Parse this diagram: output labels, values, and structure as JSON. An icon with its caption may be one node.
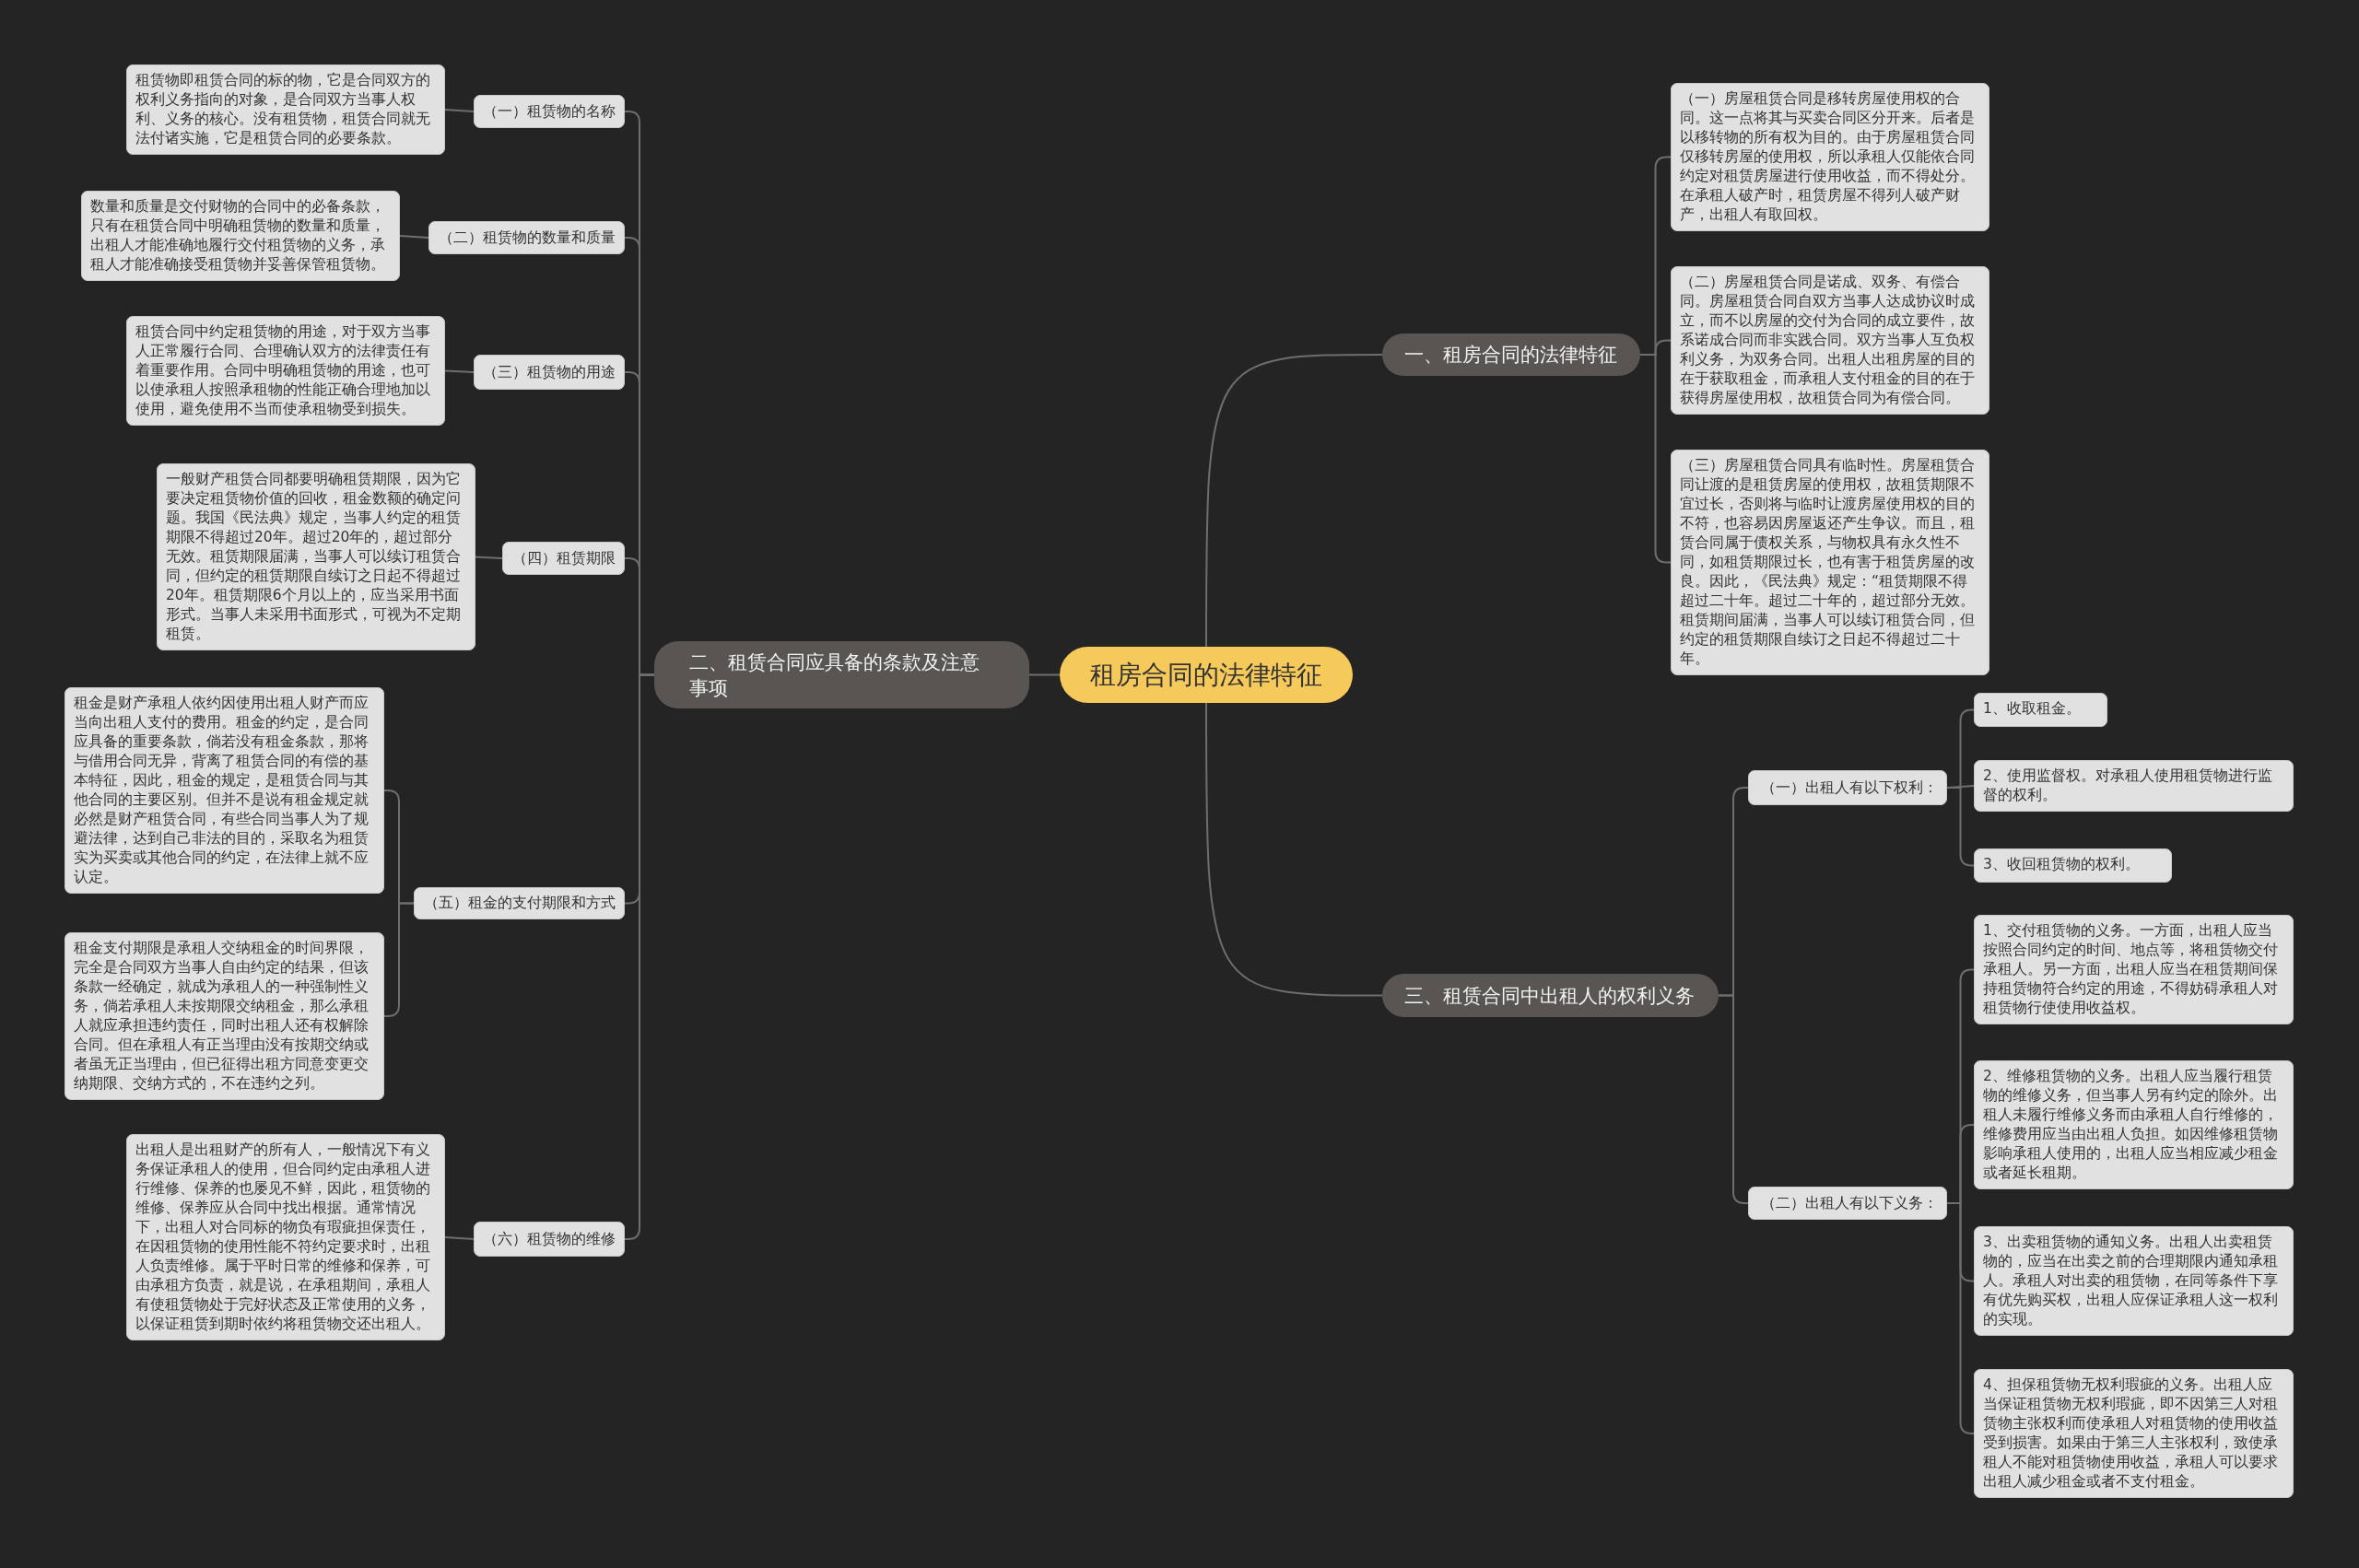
{
  "diagram": {
    "nodes": [
      {
        "text": [
          "租房合同的法律特征"
        ]
      },
      {
        "text": [
          "一、租房合同的法律特征"
        ]
      },
      {
        "text": [
          "（一）房屋租赁合同是移转房屋使用权的合同。这一点将其与买卖合同区分开来。后者是以移转物的所有权为目的。由于房屋租赁合同仅移转房屋的使用权，所以承租人仅能依合同约定对租赁房屋进行使用收益，而不得处分。在承租人破产时，租赁房屋不得列人破产财产，出租人有取回权。"
        ]
      },
      {
        "text": [
          "（二）房屋租赁合同是诺成、双务、有偿合同。房屋租赁合同自双方当事人达成协议时成立，而不以房屋的交付为合同的成立要件，故系诺成合同而非实践合同。双方当事人互负权利义务，为双务合同。出租人出租房屋的目的在于获取租金，而承租人支付租金的目的在于获得房屋使用权，故租赁合同为有偿合同。"
        ]
      },
      {
        "text": [
          "（三）房屋租赁合同具有临时性。房屋租赁合同让渡的是租赁房屋的使用权，故租赁期限不宜过长，否则将与临时让渡房屋使用权的目的不符，也容易因房屋返还产生争议。而且，租赁合同属于债权关系，与物权具有永久性不同，如租赁期限过长，也有害于租赁房屋的改良。因此，《民法典》规定：“租赁期限不得超过二十年。超过二十年的，超过部分无效。租赁期间届满，当事人可以续订租赁合同，但约定的租赁期限自续订之日起不得超过二十年。"
        ]
      },
      {
        "text": [
          "二、租赁合同应具备的条款及注意事项"
        ]
      },
      {
        "text": [
          "（一）租赁物的名称"
        ]
      },
      {
        "text": [
          "租赁物即租赁合同的标的物，它是合同双方的权利义务指向的对象，是合同双方当事人权利、义务的核心。没有租赁物，租赁合同就无法付诸实施，它是租赁合同的必要条款。"
        ]
      },
      {
        "text": [
          "（二）租赁物的数量和质量"
        ]
      },
      {
        "text": [
          "数量和质量是交付财物的合同中的必备条款，只有在租赁合同中明确租赁物的数量和质量，出租人才能准确地履行交付租赁物的义务，承租人才能准确接受租赁物并妥善保管租赁物。"
        ]
      },
      {
        "text": [
          "（三）租赁物的用途"
        ]
      },
      {
        "text": [
          "租赁合同中约定租赁物的用途，对于双方当事人正常履行合同、合理确认双方的法律责任有着重要作用。合同中明确租赁物的用途，也可以使承租人按照承租物的性能正确合理地加以使用，避免使用不当而使承租物受到损失。"
        ]
      },
      {
        "text": [
          "（四）租赁期限"
        ]
      },
      {
        "text": [
          "一般财产租赁合同都要明确租赁期限，因为它要决定租赁物价值的回收，租金数额的确定问题。我国《民法典》规定，当事人约定的租赁期限不得超过20年。超过20年的，超过部分无效。租赁期限届满，当事人可以续订租赁合同，但约定的租赁期限自续订之日起不得超过20年。租赁期限6个月以上的，应当采用书面形式。当事人未采用书面形式，可视为不定期租赁。"
        ]
      },
      {
        "text": [
          "（五）租金的支付期限和方式"
        ]
      },
      {
        "text": [
          "租金是财产承租人依约因使用出租人财产而应当向出租人支付的费用。租金的约定，是合同应具备的重要条款，倘若没有租金条款，那将与借用合同无异，背离了租赁合同的有偿的基本特征，因此，租金的规定，是租赁合同与其他合同的主要区别。但并不是说有租金规定就必然是财产租赁合同，有些合同当事人为了规避法律，达到自己非法的目的，采取名为租赁实为买卖或其他合同的约定，在法律上就不应认定。"
        ]
      },
      {
        "text": [
          "租金支付期限是承租人交纳租金的时间界限，完全是合同双方当事人自由约定的结果，但该条款一经确定，就成为承租人的一种强制性义务，倘若承租人未按期限交纳租金，那么承租人就应承担违约责任，同时出租人还有权解除合同。但在承租人有正当理由没有按期交纳或者虽无正当理由，但已征得出租方同意变更交纳期限、交纳方式的，不在违约之列。"
        ]
      },
      {
        "text": [
          "（六）租赁物的维修"
        ]
      },
      {
        "text": [
          "出租人是出租财产的所有人，一般情况下有义务保证承租人的使用，但合同约定由承租人进行维修、保养的也屡见不鲜，因此，租赁物的维修、保养应从合同中找出根据。通常情况下，出租人对合同标的物负有瑕疵担保责任，在因租赁物的使用性能不符约定要求时，出租人负责维修。属于平时日常的维修和保养，可由承租方负责，就是说，在承租期间，承租人有使租赁物处于完好状态及正常使用的义务，以保证租赁到期时依约将租赁物交还出租人。"
        ]
      },
      {
        "text": [
          "三、租赁合同中出租人的权利义务"
        ]
      },
      {
        "text": [
          "（一）出租人有以下权利："
        ]
      },
      {
        "text": [
          "1、收取租金。"
        ]
      },
      {
        "text": [
          "2、使用监督权。对承租人使用租赁物进行监督的权利。"
        ]
      },
      {
        "text": [
          "3、收回租赁物的权利。"
        ]
      },
      {
        "text": [
          "（二）出租人有以下义务："
        ]
      },
      {
        "text": [
          "1、交付租赁物的义务。一方面，出租人应当按照合同约定的时间、地点等，将租赁物交付承租人。另一方面，出租人应当在租赁期间保持租赁物符合约定的用途，不得妨碍承租人对租赁物行使使用收益权。"
        ]
      },
      {
        "text": [
          "2、维修租赁物的义务。出租人应当履行租赁物的维修义务，但当事人另有约定的除外。出租人未履行维修义务而由承租人自行维修的，维修费用应当由出租人负担。如因维修租赁物影响承租人使用的，出租人应当相应减少租金或者延长租期。"
        ]
      },
      {
        "text": [
          "3、出卖租赁物的通知义务。出租人出卖租赁物的，应当在出卖之前的合理期限内通知承租人。承租人对出卖的租赁物，在同等条件下享有优先购买权，出租人应保证承租人这一权利的实现。"
        ]
      },
      {
        "text": [
          "4、担保租赁物无权利瑕疵的义务。出租人应当保证租赁物无权利瑕疵，即不因第三人对租赁物主张权利而使承租人对租赁物的使用收益受到损害。如果由于第三人主张权利，致使承租人不能对租赁物使用收益，承租人可以要求出租人减少租金或者不支付租金。"
        ]
      }
    ],
    "edges": [
      {
        "from": 0,
        "to": 1,
        "arrow": "none"
      },
      {
        "from": 1,
        "to": 2,
        "arrow": "none"
      },
      {
        "from": 1,
        "to": 3,
        "arrow": "none"
      },
      {
        "from": 1,
        "to": 4,
        "arrow": "none"
      },
      {
        "from": 0,
        "to": 5,
        "arrow": "none"
      },
      {
        "from": 5,
        "to": 6,
        "arrow": "none"
      },
      {
        "from": 6,
        "to": 7,
        "arrow": "none"
      },
      {
        "from": 5,
        "to": 8,
        "arrow": "none"
      },
      {
        "from": 8,
        "to": 9,
        "arrow": "none"
      },
      {
        "from": 5,
        "to": 10,
        "arrow": "none"
      },
      {
        "from": 10,
        "to": 11,
        "arrow": "none"
      },
      {
        "from": 5,
        "to": 12,
        "arrow": "none"
      },
      {
        "from": 12,
        "to": 13,
        "arrow": "none"
      },
      {
        "from": 5,
        "to": 14,
        "arrow": "none"
      },
      {
        "from": 14,
        "to": 15,
        "arrow": "none"
      },
      {
        "from": 14,
        "to": 16,
        "arrow": "none"
      },
      {
        "from": 5,
        "to": 17,
        "arrow": "none"
      },
      {
        "from": 17,
        "to": 18,
        "arrow": "none"
      },
      {
        "from": 0,
        "to": 19,
        "arrow": "none"
      },
      {
        "from": 19,
        "to": 20,
        "arrow": "none"
      },
      {
        "from": 20,
        "to": 21,
        "arrow": "none"
      },
      {
        "from": 20,
        "to": 22,
        "arrow": "none"
      },
      {
        "from": 20,
        "to": 23,
        "arrow": "none"
      },
      {
        "from": 19,
        "to": 24,
        "arrow": "none"
      },
      {
        "from": 24,
        "to": 25,
        "arrow": "none"
      },
      {
        "from": 24,
        "to": 26,
        "arrow": "none"
      },
      {
        "from": 24,
        "to": 27,
        "arrow": "none"
      },
      {
        "from": 24,
        "to": 28,
        "arrow": "none"
      }
    ]
  }
}
